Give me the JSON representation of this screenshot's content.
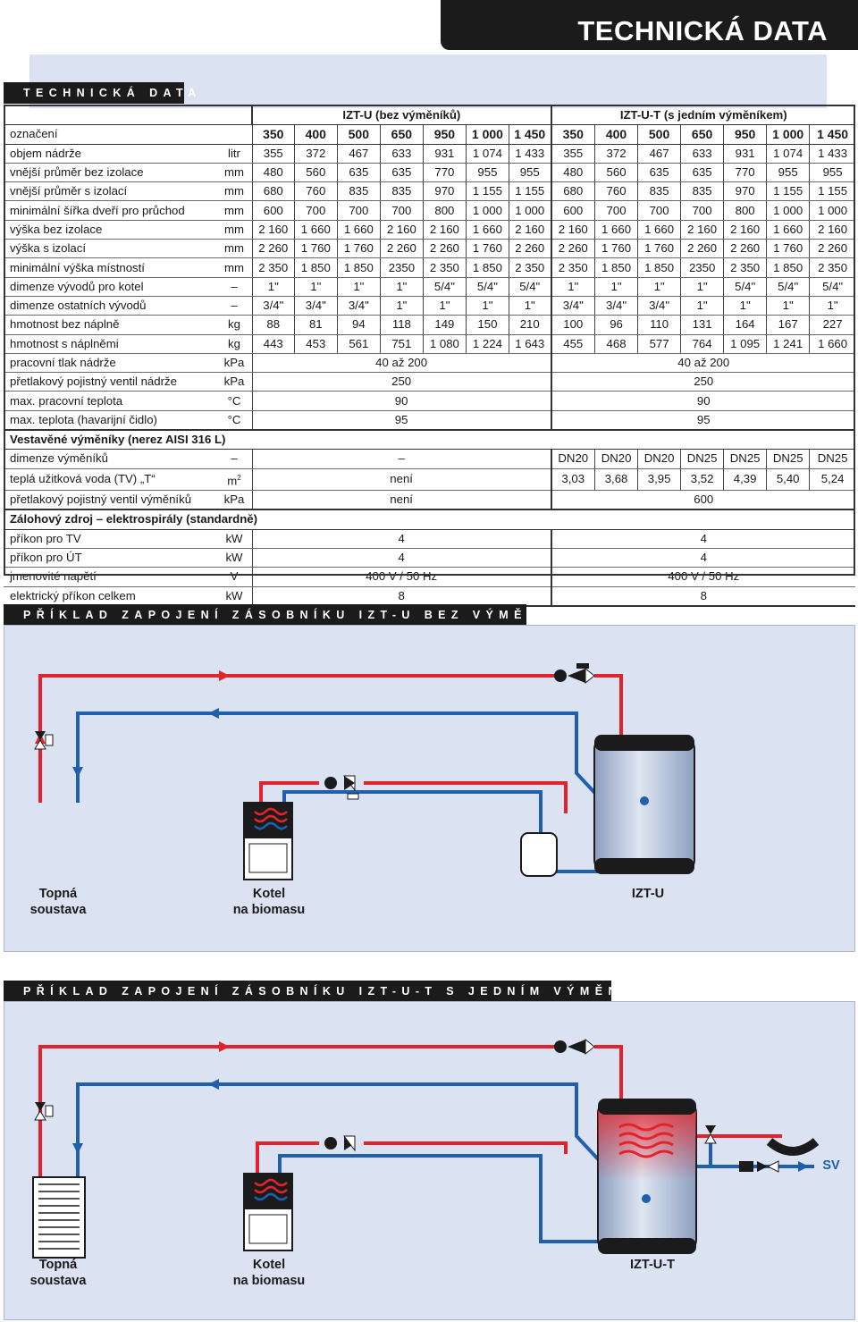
{
  "page_title": "TECHNICKÁ DATA",
  "section_titles": {
    "tech": "TECHNICKÁ DATA",
    "ex1": "PŘÍKLAD ZAPOJENÍ ZÁSOBNÍKU IZT-U BEZ VÝMĚNÍKŮ",
    "ex2": "PŘÍKLAD ZAPOJENÍ ZÁSOBNÍKU IZT-U-T S JEDNÍM VÝMĚNÍKEM"
  },
  "table": {
    "group_a": "IZT-U (bez výměníků)",
    "group_b": "IZT-U-T (s jedním výměníkem)",
    "sizes_label": "označení",
    "sizes": [
      "350",
      "400",
      "500",
      "650",
      "950",
      "1 000",
      "1 450",
      "350",
      "400",
      "500",
      "650",
      "950",
      "1 000",
      "1 450"
    ],
    "rows": [
      {
        "label": "objem nádrže",
        "unit": "litr",
        "values": [
          "355",
          "372",
          "467",
          "633",
          "931",
          "1 074",
          "1 433",
          "355",
          "372",
          "467",
          "633",
          "931",
          "1 074",
          "1 433"
        ]
      },
      {
        "label": "vnější průměr bez izolace",
        "unit": "mm",
        "values": [
          "480",
          "560",
          "635",
          "635",
          "770",
          "955",
          "955",
          "480",
          "560",
          "635",
          "635",
          "770",
          "955",
          "955"
        ]
      },
      {
        "label": "vnější průměr s izolací",
        "unit": "mm",
        "values": [
          "680",
          "760",
          "835",
          "835",
          "970",
          "1 155",
          "1 155",
          "680",
          "760",
          "835",
          "835",
          "970",
          "1 155",
          "1 155"
        ]
      },
      {
        "label": "minimální šířka dveří pro průchod",
        "unit": "mm",
        "values": [
          "600",
          "700",
          "700",
          "700",
          "800",
          "1 000",
          "1 000",
          "600",
          "700",
          "700",
          "700",
          "800",
          "1 000",
          "1 000"
        ]
      },
      {
        "label": "výška bez izolace",
        "unit": "mm",
        "values": [
          "2 160",
          "1 660",
          "1 660",
          "2 160",
          "2 160",
          "1 660",
          "2 160",
          "2 160",
          "1 660",
          "1 660",
          "2 160",
          "2 160",
          "1 660",
          "2 160"
        ]
      },
      {
        "label": "výška s izolací",
        "unit": "mm",
        "values": [
          "2 260",
          "1 760",
          "1 760",
          "2 260",
          "2 260",
          "1 760",
          "2 260",
          "2 260",
          "1 760",
          "1 760",
          "2 260",
          "2 260",
          "1 760",
          "2 260"
        ]
      },
      {
        "label": "minimální výška místností",
        "unit": "mm",
        "values": [
          "2 350",
          "1 850",
          "1 850",
          "2350",
          "2 350",
          "1 850",
          "2 350",
          "2 350",
          "1 850",
          "1 850",
          "2350",
          "2 350",
          "1 850",
          "2 350"
        ]
      },
      {
        "label": "dimenze vývodů pro kotel",
        "unit": "–",
        "values": [
          "1\"",
          "1\"",
          "1\"",
          "1\"",
          "5/4\"",
          "5/4\"",
          "5/4\"",
          "1\"",
          "1\"",
          "1\"",
          "1\"",
          "5/4\"",
          "5/4\"",
          "5/4\""
        ]
      },
      {
        "label": "dimenze ostatních vývodů",
        "unit": "–",
        "values": [
          "3/4\"",
          "3/4\"",
          "3/4\"",
          "1\"",
          "1\"",
          "1\"",
          "1\"",
          "3/4\"",
          "3/4\"",
          "3/4\"",
          "1\"",
          "1\"",
          "1\"",
          "1\""
        ]
      },
      {
        "label": "hmotnost bez náplně",
        "unit": "kg",
        "values": [
          "88",
          "81",
          "94",
          "118",
          "149",
          "150",
          "210",
          "100",
          "96",
          "110",
          "131",
          "164",
          "167",
          "227"
        ]
      },
      {
        "label": "hmotnost s náplněmi",
        "unit": "kg",
        "values": [
          "443",
          "453",
          "561",
          "751",
          "1 080",
          "1 224",
          "1 643",
          "455",
          "468",
          "577",
          "764",
          "1 095",
          "1 241",
          "1 660"
        ]
      }
    ],
    "merged_rows": [
      {
        "label": "pracovní tlak nádrže",
        "unit": "kPa",
        "a": "40 až 200",
        "b": "40 až 200"
      },
      {
        "label": "přetlakový pojistný ventil nádrže",
        "unit": "kPa",
        "a": "250",
        "b": "250"
      },
      {
        "label": "max. pracovní teplota",
        "unit": "°C",
        "a": "90",
        "b": "90"
      },
      {
        "label": "max. teplota (havarijní čidlo)",
        "unit": "°C",
        "a": "95",
        "b": "95"
      }
    ],
    "exchangers_heading": "Vestavěné výměníky (nerez AISI 316 L)",
    "exchangers": {
      "dim": {
        "label": "dimenze výměníků",
        "unit": "–",
        "a": "–",
        "b": [
          "DN20",
          "DN20",
          "DN20",
          "DN25",
          "DN25",
          "DN25",
          "DN25"
        ]
      },
      "tv": {
        "label": "teplá užitková voda (TV) „T“",
        "unit": "m",
        "unit_sup": "2",
        "a": "není",
        "b": [
          "3,03",
          "3,68",
          "3,95",
          "3,52",
          "4,39",
          "5,40",
          "5,24"
        ]
      },
      "valve": {
        "label": "přetlakový pojistný ventil výměníků",
        "unit": "kPa",
        "a": "není",
        "b": "600"
      }
    },
    "backup_heading": "Zálohový zdroj – elektrospirály (standardně)",
    "backup_rows": [
      {
        "label": "příkon pro TV",
        "unit": "kW",
        "a": "4",
        "b": "4"
      },
      {
        "label": "příkon pro ÚT",
        "unit": "kW",
        "a": "4",
        "b": "4"
      },
      {
        "label": "jmenovité napětí",
        "unit": "V",
        "a": "400 V / 50 Hz",
        "b": "400 V / 50 Hz"
      },
      {
        "label": "elektrický příkon celkem",
        "unit": "kW",
        "a": "8",
        "b": "8"
      }
    ]
  },
  "diagram1": {
    "label_heating": "Topná\nsoustava",
    "label_boiler": "Kotel\nna biomasu",
    "label_tank": "IZT-U"
  },
  "diagram2": {
    "label_heating": "Topná\nsoustava",
    "label_boiler": "Kotel\nna biomasu",
    "label_tank": "IZT-U-T",
    "label_sv": "SV"
  },
  "colors": {
    "hot": "#e3232b",
    "cold": "#1f5fae",
    "dark": "#1b1b1b",
    "panel": "#dbe2f2"
  }
}
